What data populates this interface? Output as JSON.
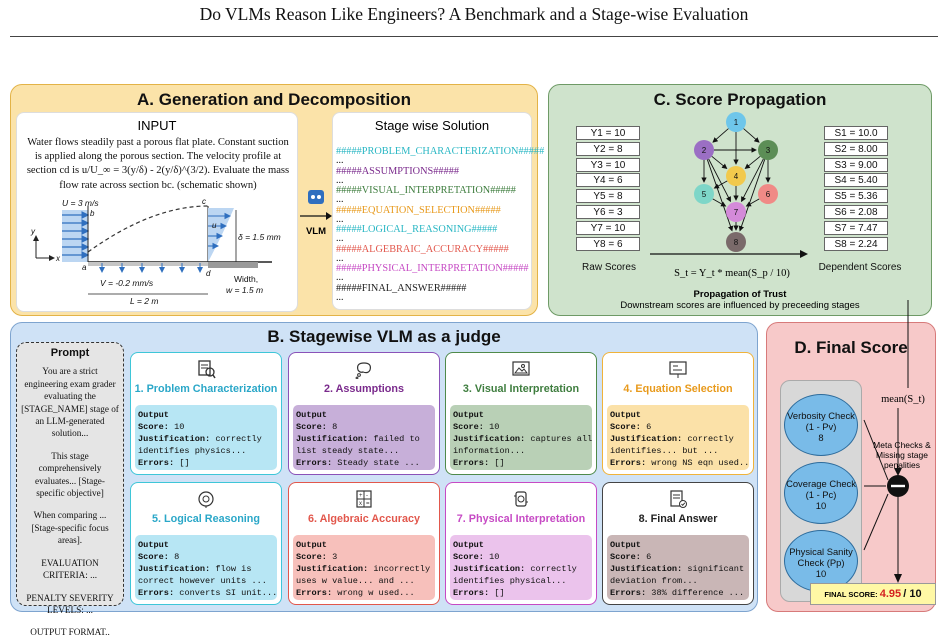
{
  "page_title": "Do VLMs Reason Like Engineers? A Benchmark and a Stage-wise Evaluation",
  "panel_a": {
    "title": "A. Generation and Decomposition",
    "input_heading": "INPUT",
    "input_text": "Water flows steadily past a porous flat plate. Constant suction is applied along the porous section. The velocity profile at section cd is u/U_∞ = 3(y/δ) - 2(y/δ)^(3/2). Evaluate the mass flow rate across section bc. (schematic shown)",
    "schematic": {
      "u_label": "U = 3 m/s",
      "b": "b",
      "c": "c",
      "a": "a",
      "d": "d",
      "y": "y",
      "x": "x",
      "u": "u",
      "delta": "δ = 1.5 mm",
      "suction": "V = -0.2 mm/s",
      "length": "L = 2 m",
      "width1": "Width,",
      "width2": "w = 1.5 m"
    },
    "vlm_label": "VLM",
    "stage_heading": "Stage wise Solution",
    "stages": [
      {
        "text": "#####PROBLEM_CHARACTERIZATION#####",
        "color": "#2ab7c4"
      },
      {
        "text": "#####ASSUMPTIONS#####",
        "color": "#7a2a8c"
      },
      {
        "text": "#####VISUAL_INTERPRETATION#####",
        "color": "#3e7d3e"
      },
      {
        "text": "#####EQUATION_SELECTION#####",
        "color": "#e89a1c"
      },
      {
        "text": "#####LOGICAL_REASONING#####",
        "color": "#2ab7c4"
      },
      {
        "text": "#####ALGEBRAIC_ACCURACY#####",
        "color": "#e2574c"
      },
      {
        "text": "#####PHYSICAL_INTERPRETATION#####",
        "color": "#c64ac4"
      },
      {
        "text": "#####FINAL_ANSWER#####",
        "color": "#222222"
      }
    ],
    "dots": "..."
  },
  "panel_c": {
    "title": "C. Score Propagation",
    "raw_scores": [
      "Y1 = 10",
      "Y2 = 8",
      "Y3 = 10",
      "Y4 = 6",
      "Y5 = 8",
      "Y6 = 3",
      "Y7 = 10",
      "Y8 = 6"
    ],
    "dependent_scores": [
      "S1 = 10.0",
      "S2 = 8.00",
      "S3 = 9.00",
      "S4 = 5.40",
      "S5 = 5.36",
      "S6 = 2.08",
      "S7 = 7.47",
      "S8 = 2.24"
    ],
    "raw_label": "Raw Scores",
    "dep_label": "Dependent Scores",
    "formula": "S_t = Y_t * mean(S_p / 10)",
    "trust_title": "Propagation of Trust",
    "trust_sub": "Downstream scores are influenced by preceeding stages",
    "nodes": [
      {
        "label": "1",
        "color": "#6ec6ea"
      },
      {
        "label": "2",
        "color": "#9b6fc4"
      },
      {
        "label": "3",
        "color": "#5c8e56"
      },
      {
        "label": "4",
        "color": "#f2c94c"
      },
      {
        "label": "5",
        "color": "#7ed6c8"
      },
      {
        "label": "6",
        "color": "#f08a86"
      },
      {
        "label": "7",
        "color": "#d48ad9"
      },
      {
        "label": "8",
        "color": "#7a6a6a"
      }
    ]
  },
  "panel_b": {
    "title": "B. Stagewise VLM as a judge",
    "prompt": {
      "heading": "Prompt",
      "lines": [
        "You are a strict engineering exam grader evaluating the [STAGE_NAME] stage of an LLM-generated solution...",
        "This stage comprehensively evaluates... [Stage-specific objective]",
        "When comparing ... [Stage-specific focus areas].",
        "EVALUATION CRITERIA: ...",
        "PENALTY SEVERITY LEVELS: ...",
        "OUTPUT FORMAT.."
      ]
    },
    "cards": [
      {
        "name": "1. Problem Characterization",
        "icon": "document-search-icon",
        "border": "#3ec6d8",
        "name_color": "#2aa7c8",
        "body_bg": "#b7e6f4",
        "output": "Output",
        "score_key": "Score:",
        "score": "10",
        "just_key": "Justification:",
        "just1": "correctly",
        "just2": "identifies physics...",
        "err_key": "Errors:",
        "err": "[]"
      },
      {
        "name": "2. Assumptions",
        "icon": "thought-bubble-icon",
        "border": "#8a52b8",
        "name_color": "#7a2a8c",
        "body_bg": "#c7afd9",
        "output": "Output",
        "score_key": "Score:",
        "score": "8",
        "just_key": "Justification:",
        "just1": "failed to",
        "just2": "list steady state...",
        "err_key": "Errors:",
        "err": "Steady state ..."
      },
      {
        "name": "3. Visual Interpretation",
        "icon": "image-inspect-icon",
        "border": "#4f8a4a",
        "name_color": "#3e7d3e",
        "body_bg": "#b9d0b6",
        "output": "Output",
        "score_key": "Score:",
        "score": "10",
        "just_key": "Justification:",
        "just1": "captures all",
        "just2": "information...",
        "err_key": "Errors:",
        "err": "[]"
      },
      {
        "name": "4. Equation Selection",
        "icon": "formula-board-icon",
        "border": "#f0b33a",
        "name_color": "#e89a1c",
        "body_bg": "#fbe1a8",
        "output": "Output",
        "score_key": "Score:",
        "score": "6",
        "just_key": "Justification:",
        "just1": "correctly",
        "just2": "identifies... but ...",
        "err_key": "Errors:",
        "err": "wrong NS eqn used..."
      },
      {
        "name": "5. Logical Reasoning",
        "icon": "brain-gear-icon",
        "border": "#3ec6d8",
        "name_color": "#2aa7c8",
        "body_bg": "#b7e6f4",
        "output": "Output",
        "score_key": "Score:",
        "score": "8",
        "just_key": "Justification:",
        "just1": "flow  is",
        "just2": "correct however units ...",
        "err_key": "Errors:",
        "err": "converts SI unit..."
      },
      {
        "name": "6. Algebraic Accuracy",
        "icon": "calculator-icon",
        "border": "#e2574c",
        "name_color": "#e2574c",
        "body_bg": "#f7c0bb",
        "output": "Output",
        "score_key": "Score:",
        "score": "3",
        "just_key": "Justification:",
        "just1": "incorrectly",
        "just2": "uses w value... and ...",
        "err_key": "Errors:",
        "err": "wrong w used..."
      },
      {
        "name": "7. Physical Interpretation",
        "icon": "physics-check-icon",
        "border": "#c64ac4",
        "name_color": "#c64ac4",
        "body_bg": "#ebc3ec",
        "output": "Output",
        "score_key": "Score:",
        "score": "10",
        "just_key": "Justification:",
        "just1": "correctly",
        "just2": "identifies physical...",
        "err_key": "Errors:",
        "err": "[]"
      },
      {
        "name": "8. Final Answer",
        "icon": "answer-checklist-icon",
        "border": "#444444",
        "name_color": "#222222",
        "body_bg": "#c9b6b6",
        "output": "Output",
        "score_key": "Score:",
        "score": "6",
        "just_key": "Justification:",
        "just1": "significant",
        "just2": "deviation from...",
        "err_key": "Errors:",
        "err": "38% difference ..."
      }
    ]
  },
  "panel_d": {
    "title": "D. Final Score",
    "mean_label": "mean(S_t)",
    "meta_label_1": "Meta Checks &",
    "meta_label_2": "Missing stage",
    "meta_label_3": "penalities",
    "checks": [
      {
        "l1": "Verbosity Check",
        "l2": "(1 - Pv)",
        "v": "8"
      },
      {
        "l1": "Coverage Check",
        "l2": "(1 - Pc)",
        "v": "10"
      },
      {
        "l1": "Physical Sanity",
        "l2": "Check (Pp)",
        "v": "10"
      }
    ],
    "final_label": "FINAL SCORE:",
    "final_value": "4.95",
    "final_max": "/ 10"
  }
}
